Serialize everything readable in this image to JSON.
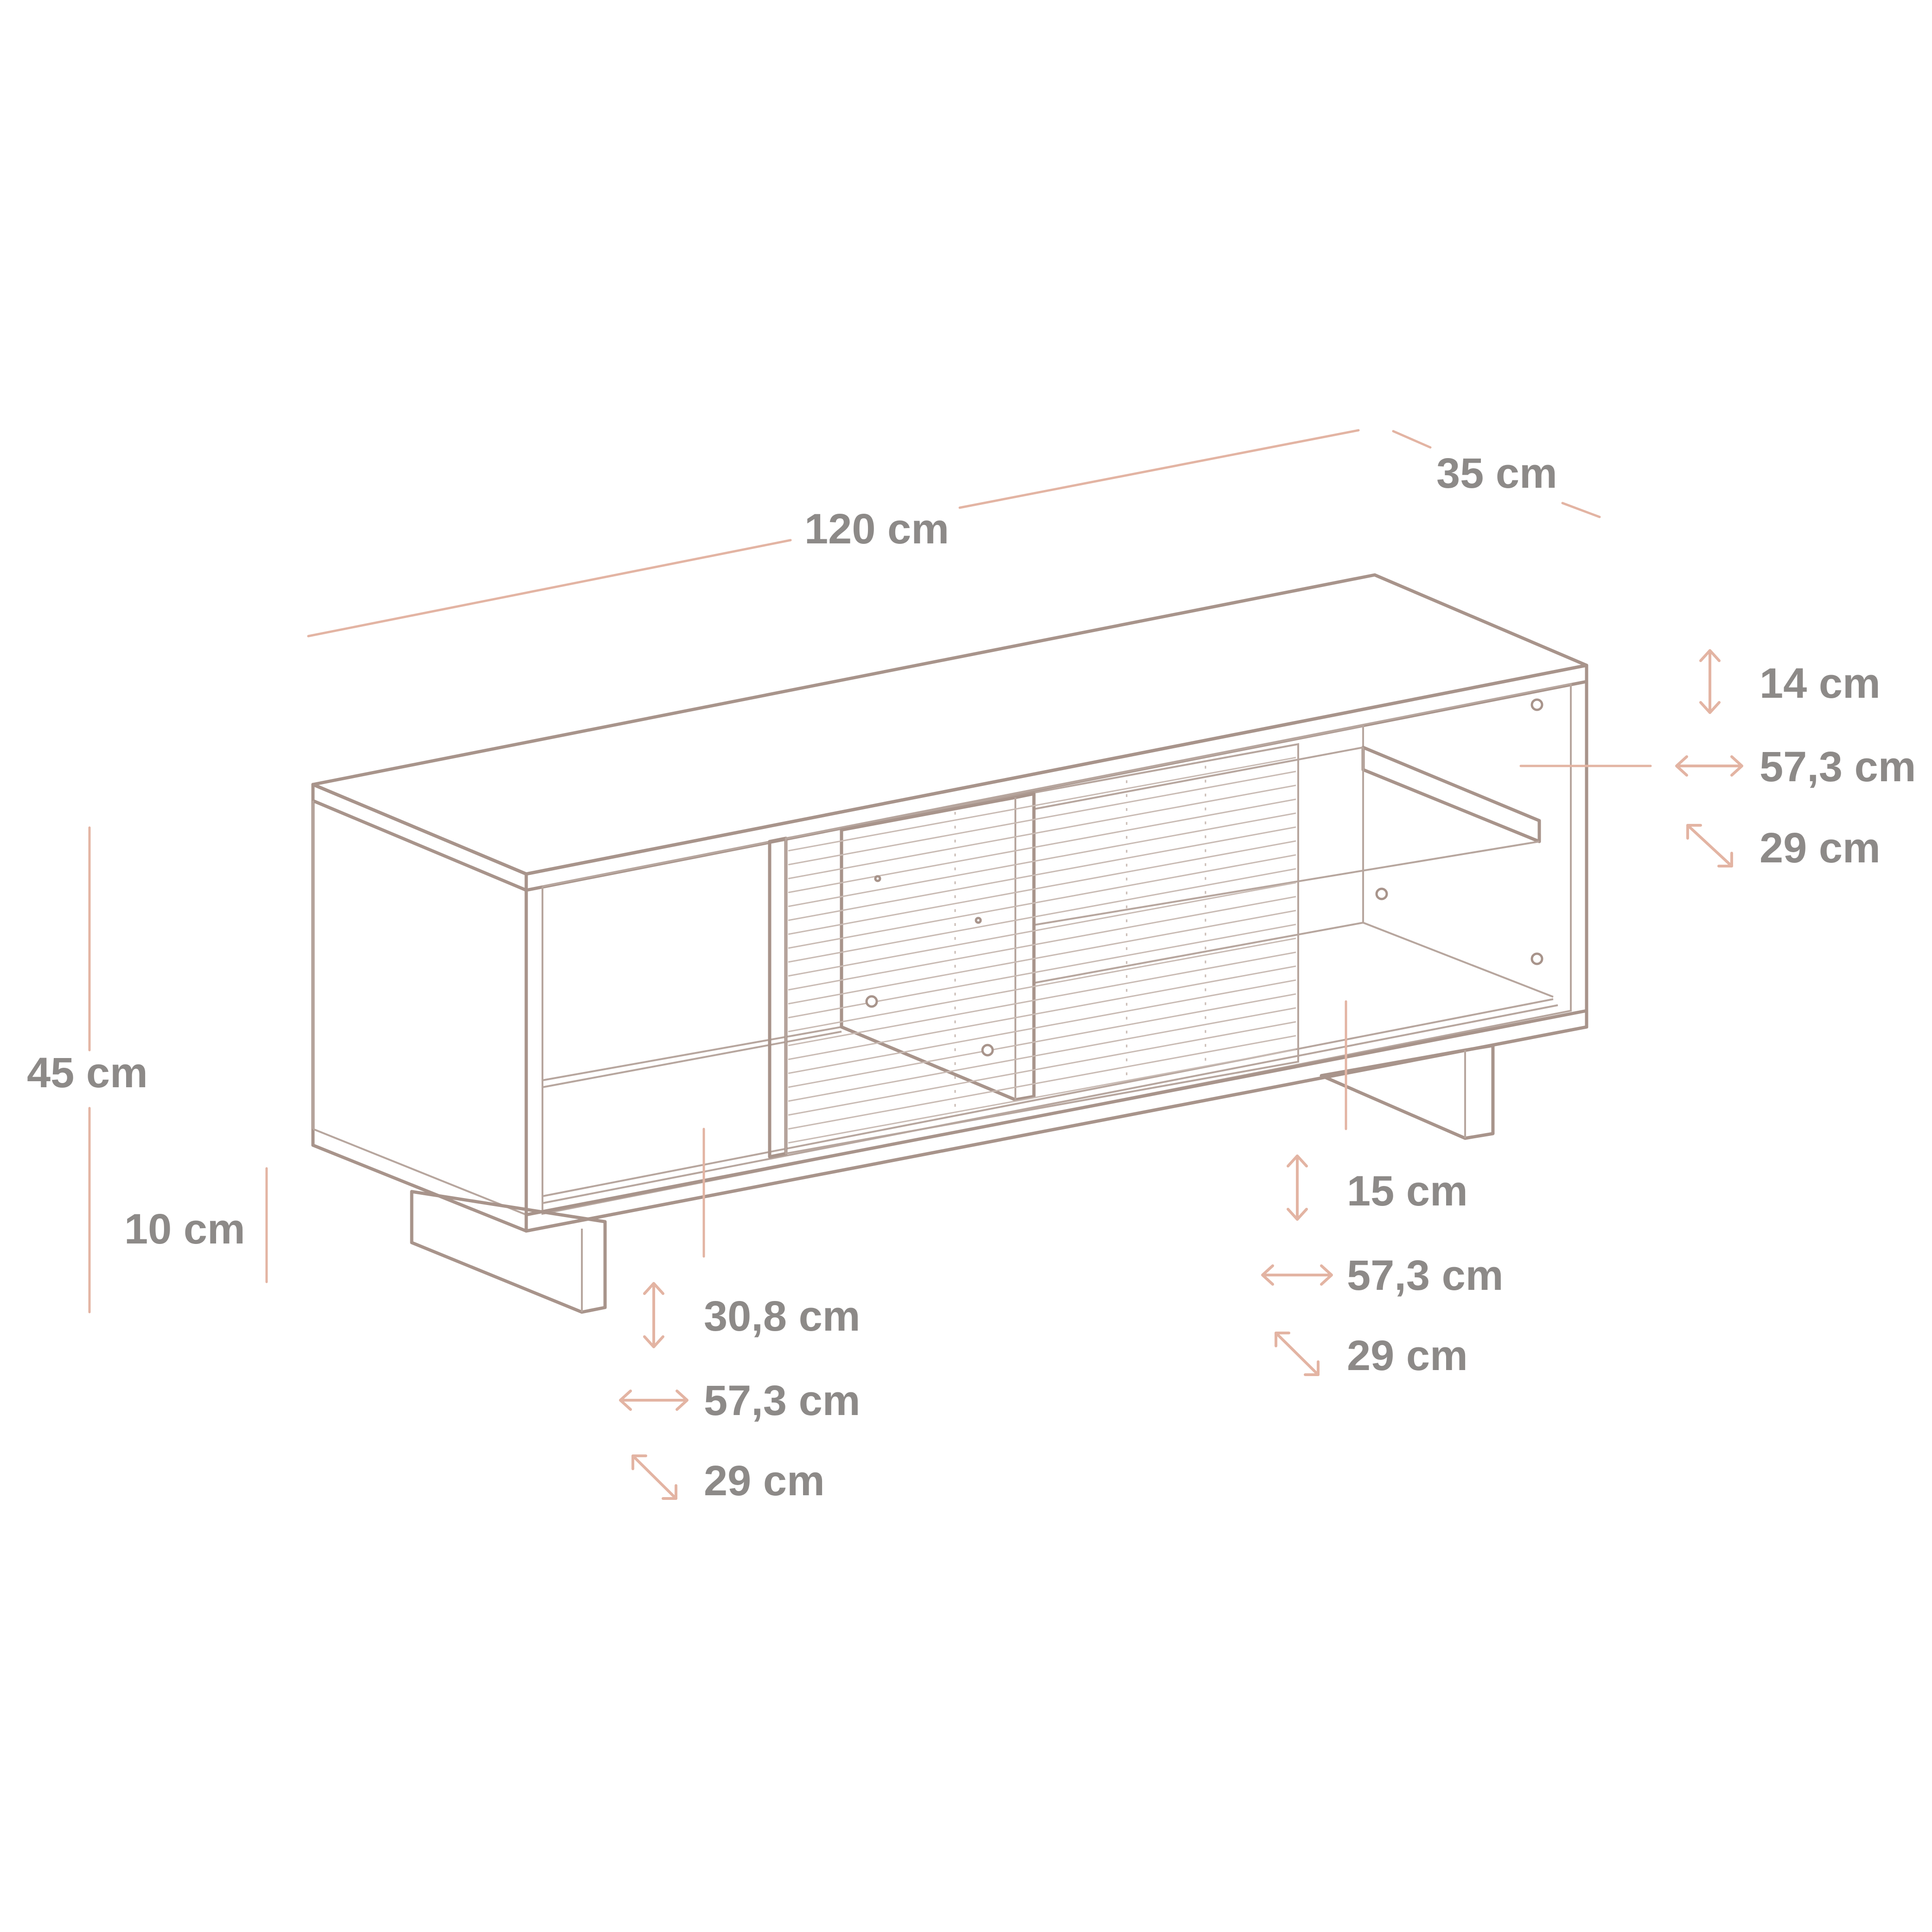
{
  "diagram": {
    "dimensions": {
      "total_width": "120 cm",
      "total_depth": "35 cm",
      "total_height": "45 cm",
      "leg_height": "10 cm"
    },
    "compartments": [
      {
        "id": "right-upper",
        "height": "14 cm",
        "width": "57,3 cm",
        "depth": "29 cm"
      },
      {
        "id": "right-lower",
        "height": "15 cm",
        "width": "57,3 cm",
        "depth": "29 cm"
      },
      {
        "id": "left",
        "height": "30,8 cm",
        "width": "57,3 cm",
        "depth": "29 cm"
      }
    ],
    "colors": {
      "outline": "#a8948b",
      "dimension_line": "#e3b4a3",
      "label_text": "#8d8a88"
    }
  }
}
